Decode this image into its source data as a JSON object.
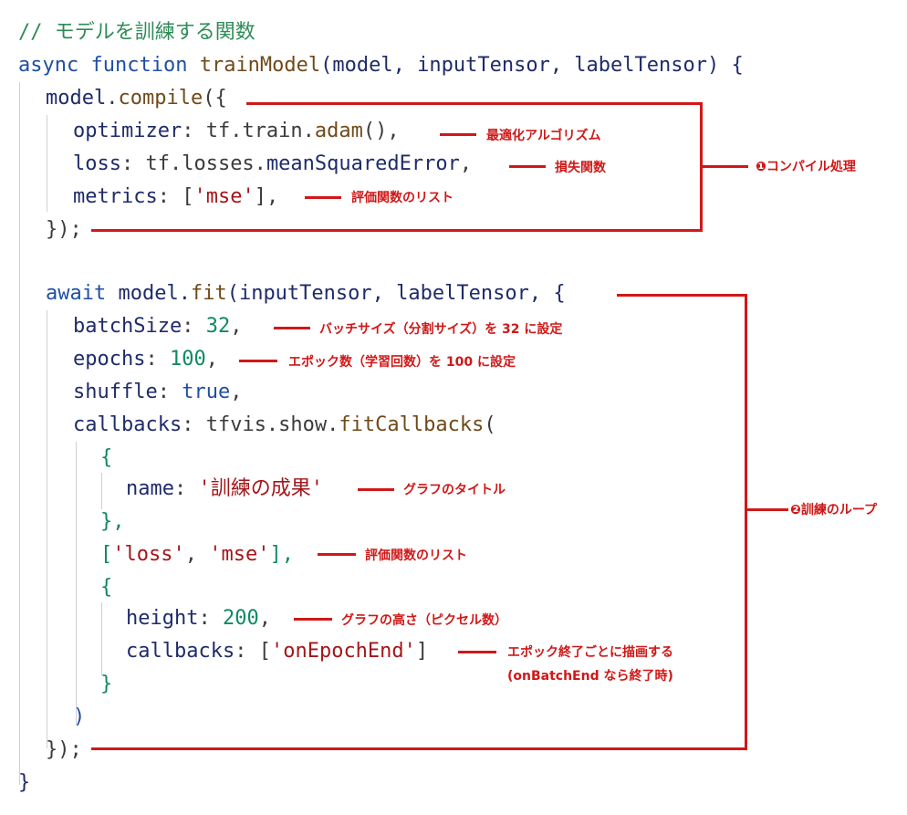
{
  "code": {
    "comment": "// モデルを訓練する関数",
    "l_async": "async",
    "l_function": "function",
    "l_name": "trainModel",
    "l_params": "(model, inputTensor, labelTensor) {",
    "l_compile_obj": "model",
    "l_compile_dot": ".",
    "l_compile_fn": "compile",
    "l_compile_open": "({",
    "l_opt_key": "optimizer",
    "l_opt_val": ": tf.train.",
    "l_opt_fn": "adam",
    "l_opt_end": "(),",
    "l_loss_key": "loss",
    "l_loss_val": ": tf.losses.",
    "l_loss_fn": "meanSquaredError",
    "l_loss_end": ",",
    "l_metrics_key": "metrics",
    "l_metrics_colon": ": [",
    "l_metrics_str": "'mse'",
    "l_metrics_end": "],",
    "l_compile_close": "});",
    "l_await": "await",
    "l_fit_obj": " model.",
    "l_fit_fn": "fit",
    "l_fit_args": "(inputTensor, labelTensor, {",
    "l_batch_key": "batchSize",
    "l_batch_colon": ": ",
    "l_batch_val": "32",
    "l_batch_end": ",",
    "l_epochs_key": "epochs",
    "l_epochs_colon": ": ",
    "l_epochs_val": "100",
    "l_epochs_end": ",",
    "l_shuffle_key": "shuffle",
    "l_shuffle_colon": ": ",
    "l_shuffle_val": "true",
    "l_shuffle_end": ",",
    "l_cb_key": "callbacks",
    "l_cb_colon": ": tfvis.show.",
    "l_cb_fn": "fitCallbacks",
    "l_cb_open": "(",
    "l_brace_open1": "{",
    "l_name_key": "name",
    "l_name_colon": ": ",
    "l_name_str": "'訓練の成果'",
    "l_brace_close1": "},",
    "l_arr_open": "[",
    "l_arr_s1": "'loss'",
    "l_arr_comma": ", ",
    "l_arr_s2": "'mse'",
    "l_arr_close": "],",
    "l_brace_open2": "{",
    "l_height_key": "height",
    "l_height_colon": ": ",
    "l_height_val": "200",
    "l_height_end": ",",
    "l_cbs_key": "callbacks",
    "l_cbs_colon": ": [",
    "l_cbs_str": "'onEpochEnd'",
    "l_cbs_end": "]",
    "l_brace_close2": "}",
    "l_paren_close": ")",
    "l_fit_close": "});",
    "l_func_close": "}"
  },
  "annotations": {
    "optimizer": "最適化アルゴリズム",
    "loss": "損失関数",
    "metrics": "評価関数のリスト",
    "compile": "❶コンパイル処理",
    "batch": "バッチサイズ（分割サイズ）を 32 に設定",
    "epochs": "エポック数（学習回数）を 100 に設定",
    "name": "グラフのタイトル",
    "list": "評価関数のリスト",
    "height": "グラフの高さ（ピクセル数）",
    "callbacks_1": "エポック終了ごとに描画する",
    "callbacks_2": "(onBatchEnd なら終了時)",
    "fit": "❷訓練のループ"
  },
  "colors": {
    "annotation": "#d01818",
    "comment": "#2e8b57",
    "keyword": "#1f4fa3",
    "function": "#6f4a19",
    "number": "#0f8a5f",
    "string": "#a3161a"
  }
}
